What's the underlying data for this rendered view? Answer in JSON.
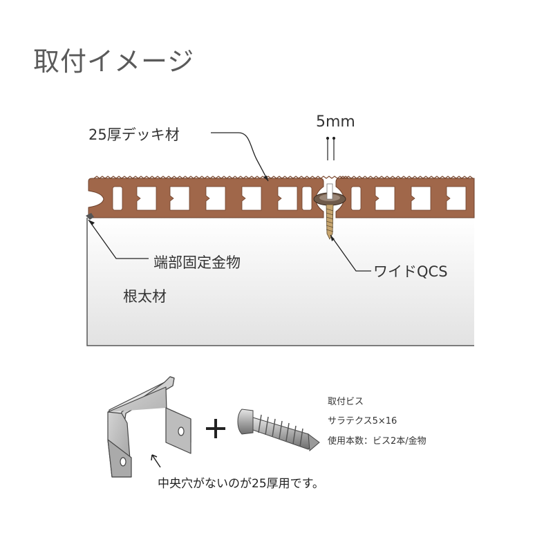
{
  "title": "取付イメージ",
  "labels": {
    "deck": "25厚デッキ材",
    "gap": "5mm",
    "clip": "端部固定金物",
    "screw": "ワイドQCS",
    "joist": "根太材"
  },
  "parts": {
    "spec_title": "取付ビス",
    "spec_model": "サラテクス5×16",
    "spec_usage": "使用本数：ビス2本/金物",
    "plus": "+",
    "note": "中央穴がないのが25厚用です。"
  },
  "colors": {
    "deck": "#a0674a",
    "deck_dark": "#7e4c33",
    "joist": "#eeeeee",
    "metal": "#b8b8b8"
  }
}
